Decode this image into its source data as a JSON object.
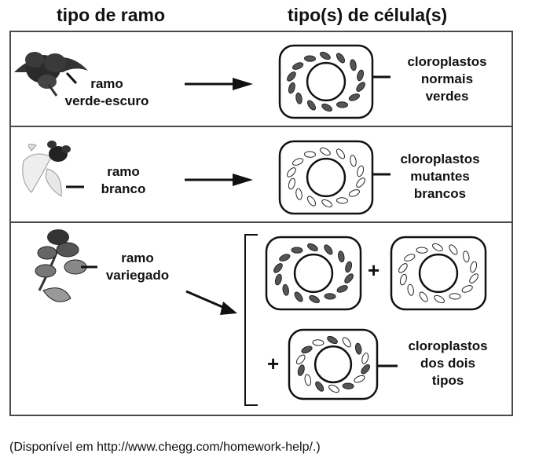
{
  "headers": {
    "branch_type": "tipo de ramo",
    "cell_types": "tipo(s) de célula(s)"
  },
  "rows": [
    {
      "branch_label": [
        "ramo",
        "verde-escuro"
      ],
      "chloroplast_label": [
        "cloroplastos",
        "normais",
        "verdes"
      ]
    },
    {
      "branch_label": [
        "ramo",
        "branco"
      ],
      "chloroplast_label": [
        "cloroplastos",
        "mutantes",
        "brancos"
      ]
    },
    {
      "branch_label": [
        "ramo",
        "variegado"
      ],
      "chloroplast_label": [
        "cloroplastos",
        "dos dois",
        "tipos"
      ]
    }
  ],
  "plus_sign": "+",
  "source": "(Disponível em http://www.chegg.com/homework-help/.)",
  "colors": {
    "dark_chloroplast": "#555555",
    "light_chloroplast": "#ffffff",
    "border": "#4a4a4a"
  }
}
